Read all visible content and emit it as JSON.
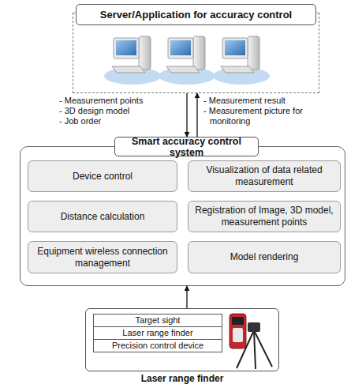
{
  "diagram": {
    "nodes": [
      {
        "text": [
          "Server/Application for accuracy control"
        ]
      },
      {
        "text": [
          "Smart accuracy control system"
        ]
      },
      {
        "text": [
          "Device control"
        ],
        "in": 1
      },
      {
        "text": [
          "Visualization of data related measurement"
        ],
        "in": 1
      },
      {
        "text": [
          "Distance calculation"
        ],
        "in": 1
      },
      {
        "text": [
          "Registration of Image, 3D model, measurement points"
        ],
        "in": 1
      },
      {
        "text": [
          "Equipment wireless connection management"
        ],
        "in": 1
      },
      {
        "text": [
          "Model rendering"
        ],
        "in": 1
      },
      {
        "text": [
          "Laser range finder"
        ]
      },
      {
        "text": [
          "Target sight"
        ],
        "in": 8
      },
      {
        "text": [
          "Laser range finder"
        ],
        "in": 8
      },
      {
        "text": [
          "Precision control device"
        ],
        "in": 8
      }
    ],
    "edges": [
      {
        "from": 0,
        "to": 1,
        "arrow": "to"
      },
      {
        "from": 1,
        "to": 0,
        "arrow": "to"
      },
      {
        "from": 8,
        "to": 1,
        "arrow": "to"
      }
    ],
    "labels": [
      "- Measurement points",
      "- 3D design model",
      "- Job order",
      "- Measurement result",
      "- Measurement picture for monitoring"
    ]
  }
}
